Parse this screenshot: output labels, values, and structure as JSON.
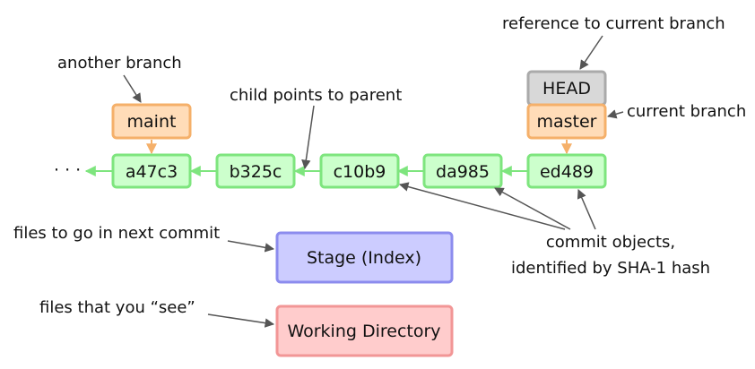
{
  "annotations": {
    "another_branch": "another branch",
    "child_points_to_parent": "child points to parent",
    "reference_to_current_branch": "reference to current branch",
    "current_branch": "current branch",
    "commit_objects_line1": "commit objects,",
    "commit_objects_line2": "identified by SHA-1 hash",
    "files_next_commit": "files to go in next commit",
    "files_you_see": "files that you “see”"
  },
  "ellipsis": "· · ·",
  "commits": [
    "a47c3",
    "b325c",
    "c10b9",
    "da985",
    "ed489"
  ],
  "branches": {
    "maint": "maint",
    "master": "master"
  },
  "head": "HEAD",
  "stage": "Stage (Index)",
  "working_directory": "Working Directory",
  "colors": {
    "commit_fill": "#ccffcc",
    "commit_stroke": "#7ee57e",
    "branch_fill": "#ffdcb8",
    "branch_stroke": "#f5b06a",
    "head_fill": "#d8d8d8",
    "head_stroke": "#aaaaaa",
    "stage_fill": "#ccccff",
    "stage_stroke": "#8c8cee",
    "wd_fill": "#ffcccc",
    "wd_stroke": "#f29696",
    "arrow": "#555555"
  }
}
